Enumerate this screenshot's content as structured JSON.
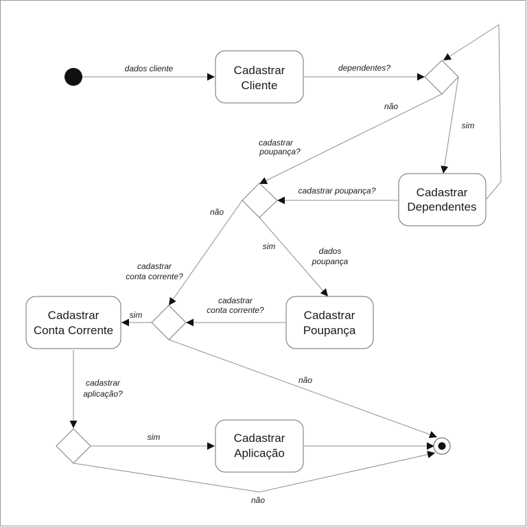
{
  "states": {
    "cliente": [
      "Cadastrar",
      "Cliente"
    ],
    "dependentes": [
      "Cadastrar",
      "Dependentes"
    ],
    "poupanca": [
      "Cadastrar",
      "Poupança"
    ],
    "conta_corrente": [
      "Cadastrar",
      "Conta Corrente"
    ],
    "aplicacao": [
      "Cadastrar",
      "Aplicação"
    ]
  },
  "edges": {
    "dados_cliente": "dados cliente",
    "dependentes_q": "dependentes?",
    "d1_nao": "não",
    "d1_sim": "sim",
    "cadastrar_poupanca_q1": [
      "cadastrar",
      "poupança?"
    ],
    "cadastrar_poupanca_q2": "cadastrar poupança?",
    "d2_nao": "não",
    "d2_sim": "sim",
    "dados_poupanca": [
      "dados",
      "poupança"
    ],
    "cadastrar_cc_q1": [
      "cadastrar",
      "conta corrente?"
    ],
    "cadastrar_cc_q2": [
      "cadastrar",
      "conta corrente?"
    ],
    "d3_sim": "sim",
    "d3_nao": "não",
    "cadastrar_aplicacao_q": [
      "cadastrar",
      "aplicação?"
    ],
    "d4_sim": "sim",
    "d4_nao": "não"
  }
}
